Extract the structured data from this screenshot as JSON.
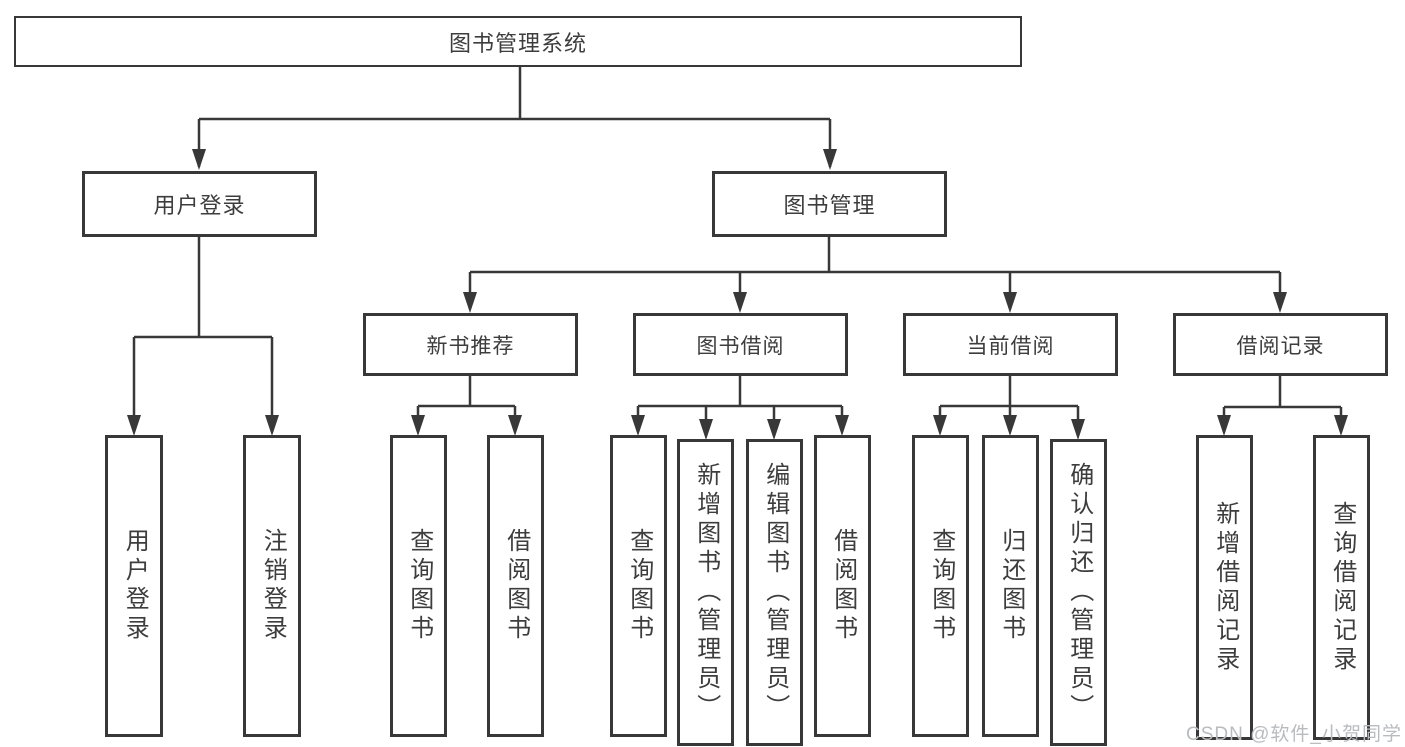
{
  "colors": {
    "line": "#383838",
    "text": "#3d3d3d",
    "box_bg": "#ffffff",
    "page_bg": "#ffffff",
    "watermark": "#b9bcbf"
  },
  "watermark": {
    "text": "CSDN @软件_小贺同学"
  },
  "diagram": {
    "root": {
      "label": "图书管理系统"
    },
    "children": [
      {
        "label": "用户登录",
        "children": [
          "用户登录",
          "注销登录"
        ]
      },
      {
        "label": "图书管理",
        "children": [
          {
            "label": "新书推荐",
            "children": [
              "查询图书",
              "借阅图书"
            ]
          },
          {
            "label": "图书借阅",
            "children": [
              "查询图书",
              "新增图书（管理员）",
              "编辑图书（管理员）",
              "借阅图书"
            ]
          },
          {
            "label": "当前借阅",
            "children": [
              "查询图书",
              "归还图书",
              "确认归还（管理员）"
            ]
          },
          {
            "label": "借阅记录",
            "children": [
              "新增借阅记录",
              "查询借阅记录"
            ]
          }
        ]
      }
    ]
  }
}
